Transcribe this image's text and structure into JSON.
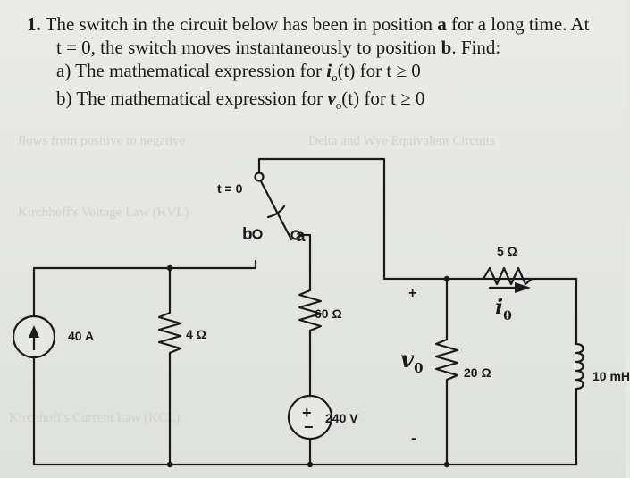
{
  "problem": {
    "number": "1.",
    "line1_pre": "The switch in the circuit below has been in position ",
    "line1_a": "a",
    "line1_post": " for a long time. At",
    "line2_pre": "t = 0, the switch moves instantaneously to position ",
    "line2_b": "b",
    "line2_post": ". Find:",
    "part_a_pre": "a) The mathematical expression for ",
    "part_a_var": "i",
    "part_a_sub": "o",
    "part_a_post": "(t) for t ≥ 0",
    "part_b_pre": "b) The mathematical expression for ",
    "part_b_var": "v",
    "part_b_sub": "o",
    "part_b_post": "(t) for t ≥ 0"
  },
  "circuit": {
    "switch_time": "t = 0",
    "switch_pos_a": "a",
    "switch_pos_b": "b",
    "current_source": "40 A",
    "resistor_left": "4 Ω",
    "resistor_middle": "60 Ω",
    "voltage_source": "240 V",
    "voltage_plus": "+",
    "voltage_minus": "−",
    "vo_plus": "+",
    "vo_minus": "-",
    "vo_label": "v",
    "vo_sub": "0",
    "resistor_20": "20 Ω",
    "resistor_5": "5 Ω",
    "io_label": "i",
    "io_sub": "0",
    "inductor": "10 mH"
  }
}
